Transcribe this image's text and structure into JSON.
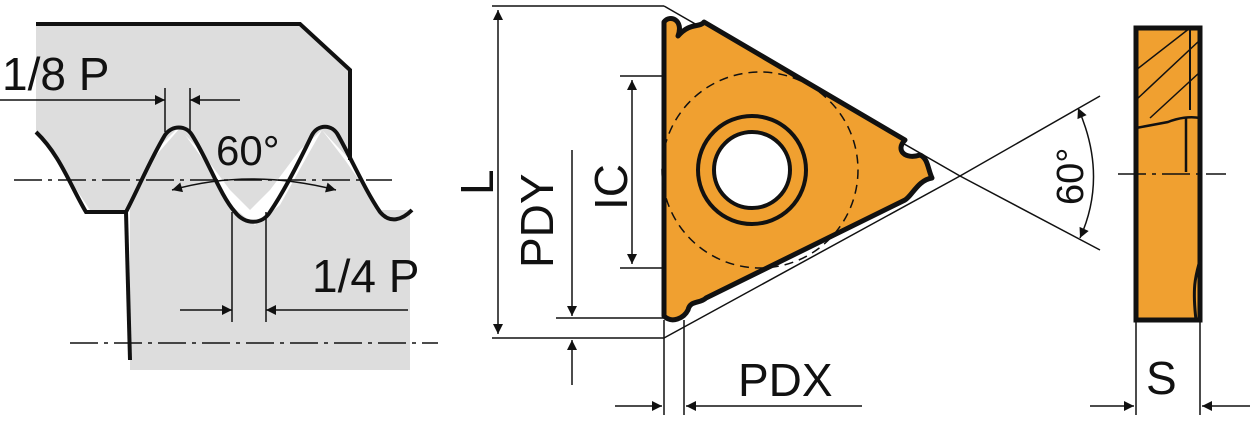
{
  "colors": {
    "insert_fill": "#f0a030",
    "profile_fill": "#dddddd",
    "line": "#111111"
  },
  "labels": {
    "eighth_pitch": "1/8 P",
    "flank_angle": "60°",
    "quarter_pitch": "1/4 P",
    "length": "L",
    "pdy": "PDY",
    "ic": "IC",
    "pdx": "PDX",
    "insert_angle": "60°",
    "thickness": "S"
  }
}
